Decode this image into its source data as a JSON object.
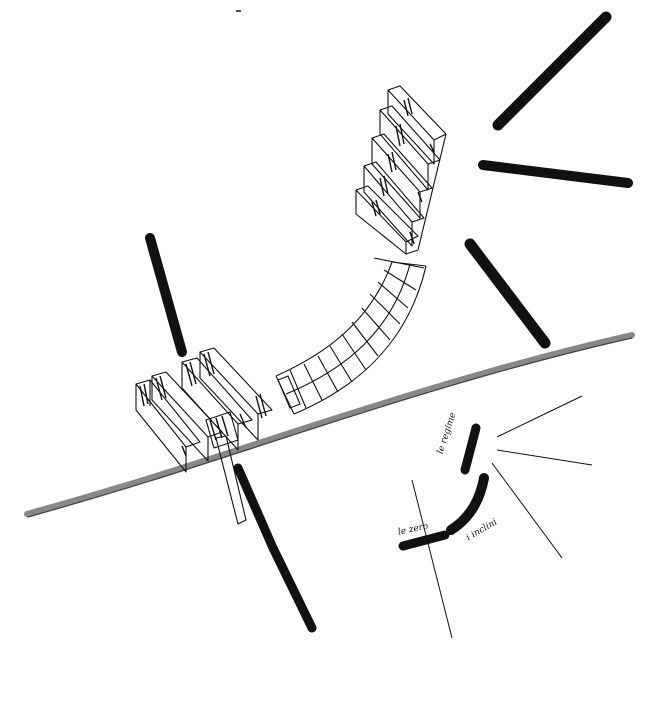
{
  "annotations": {
    "label_top": "le regime",
    "label_left": "le zero",
    "label_curve": "i inclini"
  },
  "colors": {
    "ink": "#111111",
    "road": "#777777",
    "paper": "#ffffff"
  }
}
